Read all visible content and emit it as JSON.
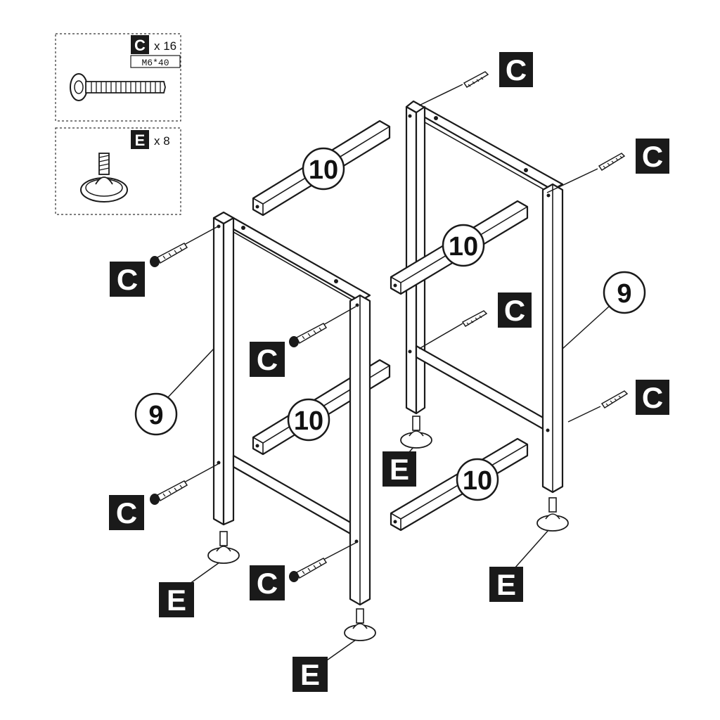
{
  "legend": {
    "screw": {
      "code": "C",
      "qty": "x 16",
      "spec": "M6*40"
    },
    "foot": {
      "code": "E",
      "qty": "x 8"
    }
  },
  "labels": {
    "screw_code": "C",
    "foot_code": "E",
    "side_panel": "9",
    "cross_beam": "10"
  },
  "colors": {
    "ink": "#1a1a1a",
    "paper": "#ffffff"
  }
}
